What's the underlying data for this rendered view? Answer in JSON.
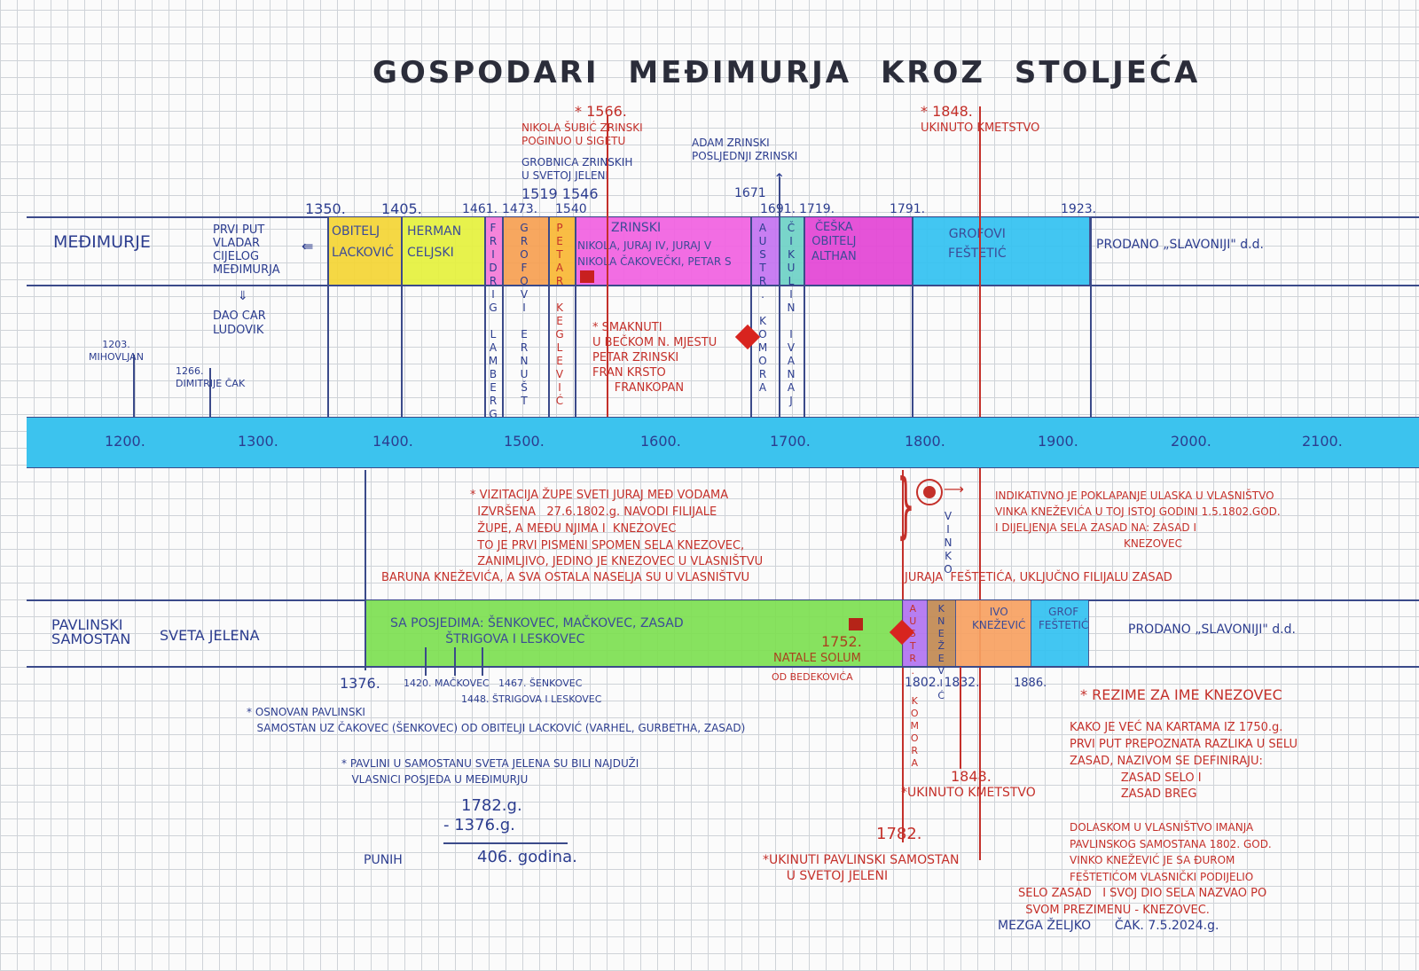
{
  "title": "GOSPODARI MEĐIMURJA KROZ STOLJEĆA",
  "top_notes": {
    "zrinski_1566_year": "* 1566.",
    "zrinski_1566_text": "NIKOLA ŠUBIĆ ZRINSKI\nPOGINUO U SIGETU",
    "grobnica": "GROBNICA ZRINSKIH\nU SVETOJ JELENI",
    "years_1519_1546": "1519 1546",
    "adam": "ADAM ZRINSKI\nPOSLJEDNJI ZRINSKI",
    "year_1671": "1671",
    "kmetstvo_year": "* 1848.",
    "kmetstvo_text": "UKINUTO KMETSTVO"
  },
  "top_years": [
    "1350.",
    "1405.",
    "1461.",
    "1473.",
    "1540",
    "1691.",
    "1719.",
    "1791.",
    "1923."
  ],
  "medimurje": {
    "label": "MEĐIMURJE",
    "prvi_put": "PRVI PUT\nVLADAR\nCIJELOG\nMEĐIMURJA",
    "dao_car": "DAO CAR\nLUDOVIK",
    "mihovljan": "1203.\nMIHOVLJAN",
    "dimitrije": "1266.\nDIMITRIJE ČAK",
    "prodano": "PRODANO „SLAVONIJI\" d.d.",
    "smaknuti": "* SMAKNUTI\nU BEČKOM N. MJESTU\nPETAR ZRINSKI\nFRAN KRSTO\n      FRANKOPAN",
    "segments": [
      {
        "label": "OBITELJ\nLACKOVIĆ",
        "from": 1350,
        "to": 1405,
        "color": "#f5d635"
      },
      {
        "label": "HERMAN\nCELJSKI",
        "from": 1405,
        "to": 1461,
        "color": "#e6f23e"
      },
      {
        "label": "FRIDRIG LAMBERG",
        "from": 1461,
        "to": 1473,
        "color": "#f57ad8"
      },
      {
        "label": "GROFOVI ERNUŠT",
        "from": 1473,
        "to": 1519,
        "color": "#f7a052"
      },
      {
        "label": "PETAR KEGLEVIĆ",
        "from": 1519,
        "to": 1540,
        "color": "#f9b835"
      },
      {
        "label": "ZRINSKI",
        "sub": "NIKOLA, JURAJ IV, JURAJ V\nNIKOLA ČAKOVEČKI, PETAR S",
        "from": 1540,
        "to": 1671,
        "color": "#f262e2"
      },
      {
        "label": "AUSTR. KOMORA",
        "from": 1671,
        "to": 1691,
        "color": "#c474f2"
      },
      {
        "label": "ČIKULIN IVANAJ",
        "from": 1691,
        "to": 1719,
        "color": "#6fd2c6"
      },
      {
        "label": "ČEŠKA\nOBITELJ\nALTHAN",
        "from": 1719,
        "to": 1791,
        "color": "#e445d6"
      },
      {
        "label": "GROFOVI\nFEŠTETIĆ",
        "from": 1791,
        "to": 1923,
        "color": "#33c2f2"
      }
    ]
  },
  "timeline_ticks": [
    "1200.",
    "1300.",
    "1400.",
    "1500.",
    "1600.",
    "1700.",
    "1800.",
    "1900.",
    "2000.",
    "2100."
  ],
  "middle_notes": {
    "vizitacija": "* VIZITACIJA ŽUPE SVETI JURAJ MEĐ VODAMA\n  IZVRŠENA   27.6.1802.g. NAVODI FILIJALE\n  ŽUPE, A MEĐU NJIMA I  KNEZOVEC\n  TO JE PRVI PISMENI SPOMEN SELA KNEZOVEC,\n  ZANIMLJIVO, JEDINO JE KNEZOVEC U VLASNIŠTVU",
    "baruna": "BARUNA KNEŽEVIĆA, A SVA OSTALA NASELJA SU U VLASNIŠTVU",
    "juraja": "JURAJA  FEŠTETIĆA, UKLJUČNO FILIJALU ZASAD",
    "indikativno": "INDIKATIVNO JE POKLAPANJE ULASKA U VLASNIŠTVO\nVINKA KNEŽEVIĆA U TOJ ISTOJ GODINI 1.5.1802.GOD.\nI DIJELJENJA SELA ZASAD NA: ZASAD I\n                                      KNEZOVEC",
    "vinko": "VINKO"
  },
  "samostan": {
    "label": "PAVLINSKI\nSAMOSTAN",
    "label2": "SVETA JELENA",
    "posjedi": "SA POSJEDIMA: ŠENKOVEC, MAČKOVEC, ZASAD\n              ŠTRIGOVA I LESKOVEC",
    "natale_year": "1752.",
    "natale": "NATALE SOLUM",
    "bedekovica": "OD BEDEKOVIĆA",
    "austr": "AUSTR.",
    "knezevic": "KNEŽEVIĆ",
    "ivo": "IVO\nKNEŽEVIĆ",
    "grof": "GROF\nFEŠTETIĆ",
    "prodano": "PRODANO „SLAVONIJI\" d.d.",
    "komora": "KOMORA",
    "years": {
      "y1376": "1376.",
      "y1420": "1420. MAČKOVEC",
      "y1467": "1467. ŠENKOVEC",
      "y1448": "1448. ŠTRIGOVA I LESKOVEC",
      "y1802": "1802. 1832.",
      "y1886": "1886."
    }
  },
  "bottom_notes": {
    "osnovan": "* OSNOVAN PAVLINSKI\n   SAMOSTAN UZ ČAKOVEC (ŠENKOVEC) OD OBITELJI LACKOVIĆ (VARHEL, GURBETHA, ZASAD)",
    "pavlini": "* PAVLINI U SAMOSTANU SVETA JELENA SU BILI NAJDUŽI\n   VLASNICI POSJEDA U MEĐIMURJU",
    "calc_a": "1782.g.",
    "calc_b": "- 1376.g.",
    "punih": "PUNIH",
    "result": "406. godina.",
    "y1848": "1848.",
    "kmetstvo": "*UKINUTO KMETSTVO",
    "y1782": "1782.",
    "ukinuti": "*UKINUTI PAVLINSKI SAMOSTAN\n      U SVETOJ JELENI",
    "rezime_title": "* REZIME ZA IME KNEZOVEC",
    "rezime_1": "KAKO JE VEĆ NA KARTAMA IZ 1750.g.\nPRVI PUT PREPOZNATA RAZLIKA U SELU\nZASAD, NAZIVOM SE DEFINIRAJU:\n              ZASAD SELO I\n              ZASAD BREG",
    "rezime_2": "DOLASKOM U VLASNIŠTVO IMANJA\nPAVLINSKOG SAMOSTANA 1802. GOD.\nVINKO KNEŽEVIĆ JE SA ĐUROM\nFEŠTETIĆOM VLASNIČKI PODIJELIO",
    "rezime_3": "SELO ZASAD   I SVOJ DIO SELA NAZVAO PO\n  SVOM PREZIMENU - KNEZOVEC.",
    "signature": "MEZGA ŽELJKO      ČAK. 7.5.2024.g."
  }
}
